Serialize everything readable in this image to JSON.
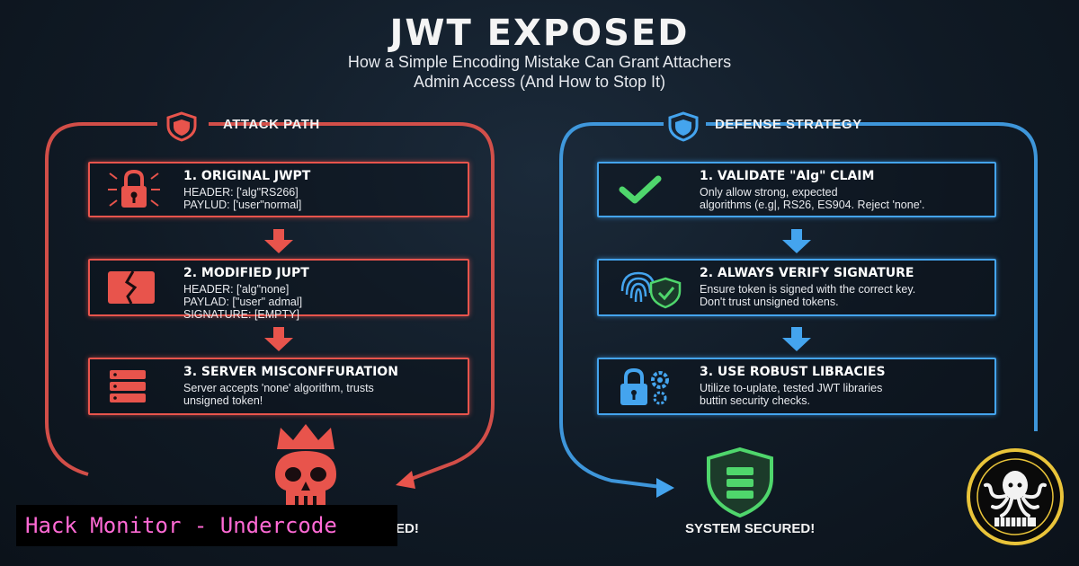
{
  "header": {
    "title": "JWT EXPOSED",
    "subtitle_line1": "How a Simple Encoding Mistake Can Grant Attachers",
    "subtitle_line2": "Admin Access (And How to Stop It)"
  },
  "attack": {
    "title": "ATTACK PATH",
    "steps": [
      {
        "heading": "1. ORIGINAL JWPT",
        "lines": [
          "HEADER: ['alg\"RS266]",
          "PAYLUD: ['user\"normal]"
        ]
      },
      {
        "heading": "2. MODIFIED JUPT",
        "lines": [
          "HEADER: ['alg\"none]",
          "PAYLAD: [\"user\" admal]",
          "SIGNATURE: [EMPTY]"
        ]
      },
      {
        "heading": "3. SERVER MISCONFFURATION",
        "lines": [
          "Server accepts 'none' algorithm, trusts",
          "unsigned token!"
        ]
      }
    ],
    "status_suffix": "ED!"
  },
  "defense": {
    "title": "DEFENSE STRATEGY",
    "steps": [
      {
        "heading": "1. VALIDATE \"Alg\" CLAIM",
        "lines": [
          "Only allow strong, expected",
          "algorithms (e.g|, RS26, ES904. Reject 'none'."
        ]
      },
      {
        "heading": "2. ALWAYS VERIFY SIGNATURE",
        "lines": [
          "Ensure token is signed with the correct key.",
          "Don't trust unsigned tokens."
        ]
      },
      {
        "heading": "3. USE ROBUST LIBRACIES",
        "lines": [
          "Utilize to-uplate, tested JWT libraries",
          "buttin security checks."
        ]
      }
    ],
    "status": "SYSTEM SECURED!"
  },
  "banner": {
    "text": "Hack Monitor - Undercode"
  },
  "colors": {
    "attack": "#e8544c",
    "defense": "#44a4ee",
    "success": "#4fd66c",
    "banner_text": "#ff6ad5"
  },
  "icons": {
    "attack": [
      "shield-icon",
      "broken-lock-icon",
      "broken-card-icon",
      "server-icon",
      "crowned-skull-icon"
    ],
    "defense": [
      "shield-icon",
      "checkmark-icon",
      "fingerprint-shield-icon",
      "lock-gears-icon",
      "server-shield-icon"
    ]
  }
}
